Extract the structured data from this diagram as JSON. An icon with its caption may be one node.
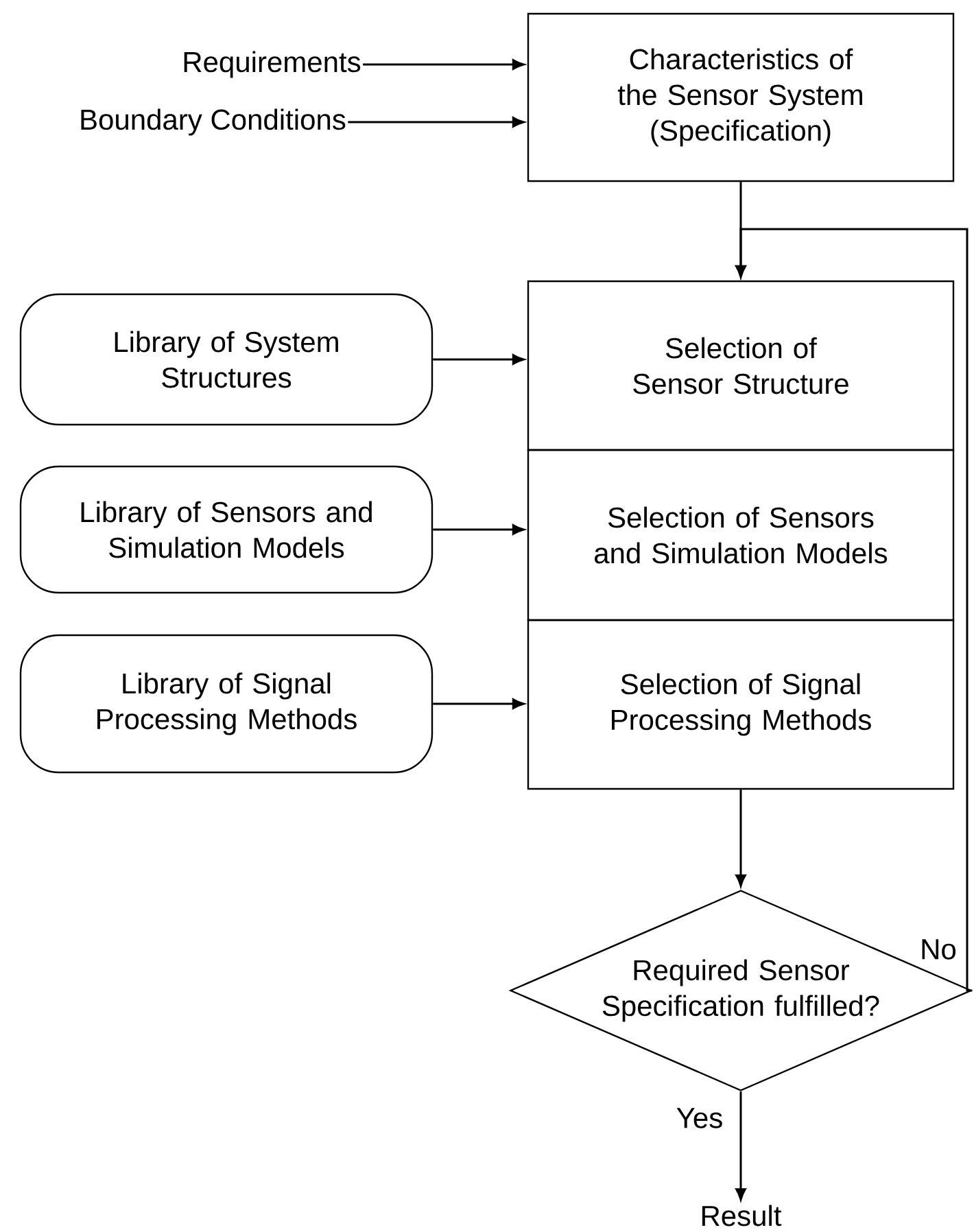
{
  "diagram": {
    "nodes": [
      {
        "text": [
          "Requirements"
        ]
      },
      {
        "text": [
          "Boundary Conditions"
        ]
      },
      {
        "text": [
          "Characteristics of the Sensor System (Specification)"
        ]
      },
      {
        "text": [
          "Library of System Structures"
        ]
      },
      {
        "text": [
          "Selection of Sensor Structure"
        ]
      },
      {
        "text": [
          "Library of Sensors and Simulation Models"
        ]
      },
      {
        "text": [
          "Selection of Sensors and Simulation Models"
        ]
      },
      {
        "text": [
          "Library of Signal Processing Methods"
        ]
      },
      {
        "text": [
          "Selection of Signal Processing Methods"
        ]
      },
      {
        "text": [
          "Required Sensor Specification fulfilled?"
        ]
      },
      {
        "text": [
          "Result"
        ]
      }
    ],
    "edges": [
      {
        "from": 0,
        "to": 2,
        "arrow": "to"
      },
      {
        "from": 1,
        "to": 2,
        "arrow": "to"
      },
      {
        "from": 2,
        "to": 4,
        "arrow": "to"
      },
      {
        "from": 3,
        "to": 4,
        "arrow": "to"
      },
      {
        "from": 5,
        "to": 6,
        "arrow": "to"
      },
      {
        "from": 7,
        "to": 8,
        "arrow": "to"
      },
      {
        "from": 8,
        "to": 9,
        "arrow": "to"
      },
      {
        "from": 9,
        "to": 10,
        "label": "Yes",
        "arrow": "to"
      },
      {
        "from": 9,
        "to": 4,
        "label": "No",
        "arrow": "to"
      }
    ]
  }
}
